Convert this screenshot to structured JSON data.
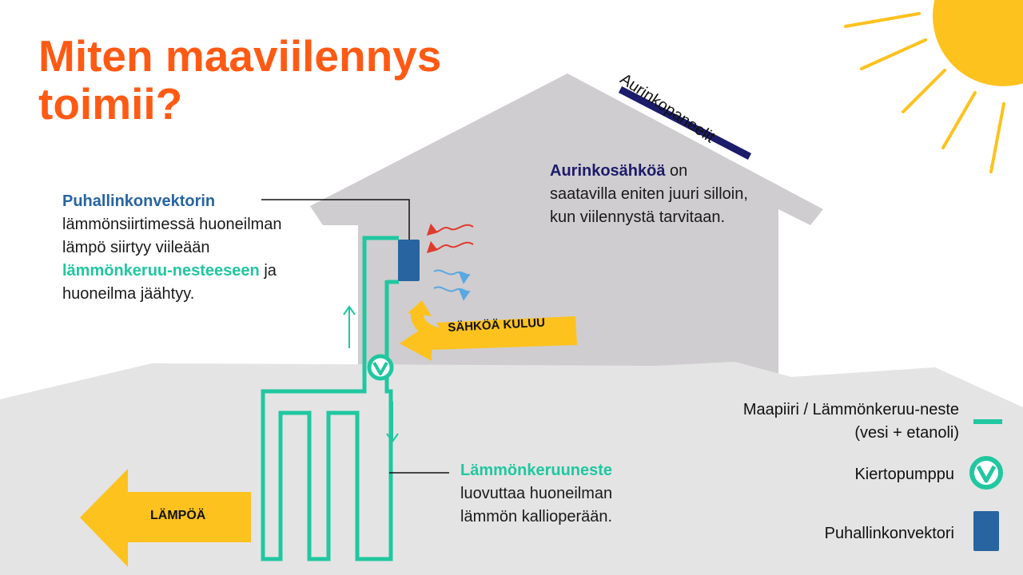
{
  "title": {
    "line1": "Miten maaviilennys",
    "line2": "toimii?"
  },
  "solar_panel": {
    "label": "Aurinkopaneelit"
  },
  "sun_note": {
    "highlight": "Aurinkosähköä",
    "rest": " on saatavilla eniten juuri silloin, kun viilennystä tarvitaan."
  },
  "convector_note": {
    "part1": "Puhallinkonvektorin",
    "part2": " lämmönsiirtimessä huoneilman lämpö siirtyy viileään ",
    "part3": "lämmönkeruu-nesteeseen",
    "part4": " ja huoneilma jäähtyy."
  },
  "fluid_note": {
    "highlight": "Lämmönkeruuneste",
    "rest": " luovuttaa huoneilman lämmön kallioperään."
  },
  "arrows": {
    "electricity": "SÄHKÖÄ KULUU",
    "heat": "LÄMPÖÄ"
  },
  "legend": {
    "ground_loop": "Maapiiri / Lämmönkeruu-neste (vesi + etanoli)",
    "pump": "Kiertopumppu",
    "convector": "Puhallinkonvektori"
  },
  "colors": {
    "title": "#ff5a14",
    "ground_loop": "#20c7a0",
    "convector": "#2764a0",
    "panel": "#1c1c6a",
    "arrow": "#fdc21e",
    "sun": "#fdc21e",
    "house": "#cfcdcf",
    "ground": "#e4e4e4",
    "warm_air": "#e03a2e",
    "cool_air": "#5aa8e0"
  },
  "icons": [
    "sun-icon",
    "pump-icon",
    "convector-icon",
    "heat-arrow-icon",
    "electricity-arrow-icon",
    "flow-up-arrow-icon",
    "flow-down-arrow-icon",
    "warm-air-icon",
    "cool-air-icon"
  ]
}
